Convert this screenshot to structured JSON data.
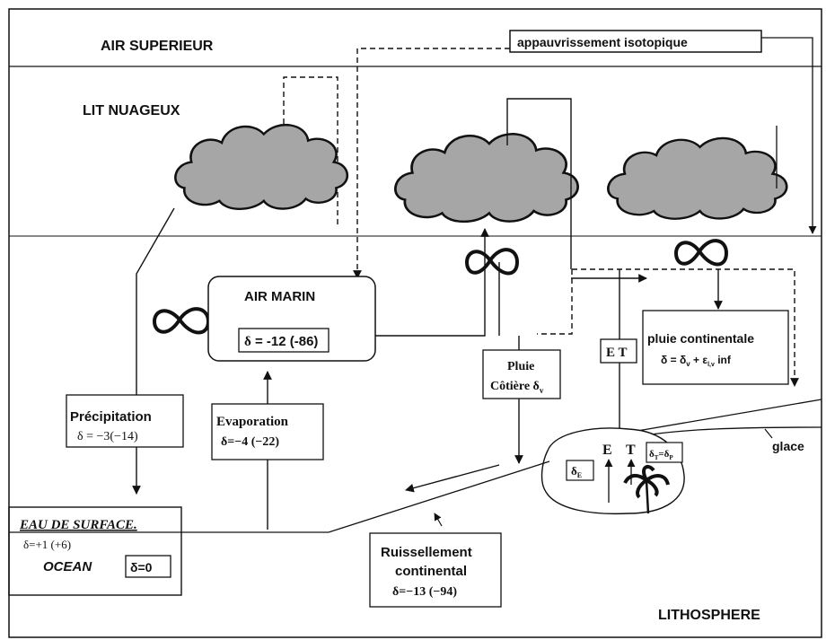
{
  "layers": {
    "air_superieur": "AIR   SUPERIEUR",
    "lit_nuageux": "LIT  NUAGEUX",
    "lithosphere": "LITHOSPHERE"
  },
  "depletion_label": "appauvrissement isotopique",
  "air_marin": {
    "title": "AIR  MARIN",
    "delta_prefix": "δ",
    "delta_value": " = -12 (-86)"
  },
  "precipitation": {
    "title": "Précipitation",
    "delta": "δ = −3(−14)"
  },
  "evaporation": {
    "title": "Evaporation",
    "delta": "δ=−4 (−22)"
  },
  "pluie_cotiere": {
    "line1": "Pluie",
    "line2": "Côtière δ",
    "sub": "v"
  },
  "et_box": "E T",
  "pluie_continentale": {
    "title": "pluie continentale",
    "formula_main": "δ = δ",
    "formula_sub1": "v",
    "formula_plus": " + ε",
    "formula_sub2": "l,v",
    "formula_end": " inf"
  },
  "glace": "glace",
  "continent": {
    "delta_e": "δ",
    "delta_e_sub": "E",
    "e_label": "E",
    "t_label": "T",
    "dt_main": "δ",
    "dt_sub1": "T",
    "dt_eq": "=δ",
    "dt_sub2": "P"
  },
  "eau_surface": {
    "title": "EAU DE SURFACE.",
    "delta": "δ=+1 (+6)",
    "ocean": "OCEAN",
    "delta_box": "δ=0"
  },
  "ruissellement": {
    "line1": "Ruissellement",
    "line2": "continental",
    "delta": "δ=−13 (−94)"
  },
  "colors": {
    "cloud_fill": "#a6a6a6",
    "line": "#111111",
    "background": "#ffffff"
  }
}
